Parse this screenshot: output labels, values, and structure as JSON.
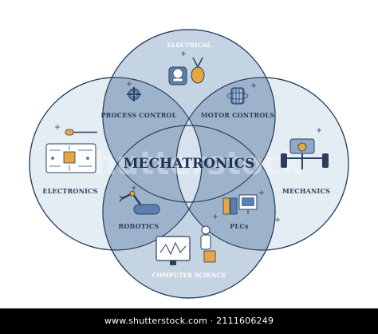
{
  "diagram": {
    "center_title": "MECHATRONICS",
    "circles": {
      "electrical": "ELECTRICAL",
      "electronics": "ELECTRONICS",
      "mechanics": "MECHANICS",
      "computer_science": "COMPUTER SCIENCE"
    },
    "overlaps": {
      "process_control": "PROCESS CONTROL",
      "motor_controls": "MOTOR CONTROLS",
      "robotics": "ROBOTICS",
      "plcs": "PLCs"
    },
    "colors": {
      "outer_light": "#e4ecf4",
      "circle_mid": "#c5d4e3",
      "overlap": "#9db3cb",
      "center": "#d8e2ee",
      "stroke": "#2b3f5c"
    }
  },
  "watermark": "shutterstock",
  "footer": {
    "credit": "www.shutterstock.com · 2111606249"
  }
}
